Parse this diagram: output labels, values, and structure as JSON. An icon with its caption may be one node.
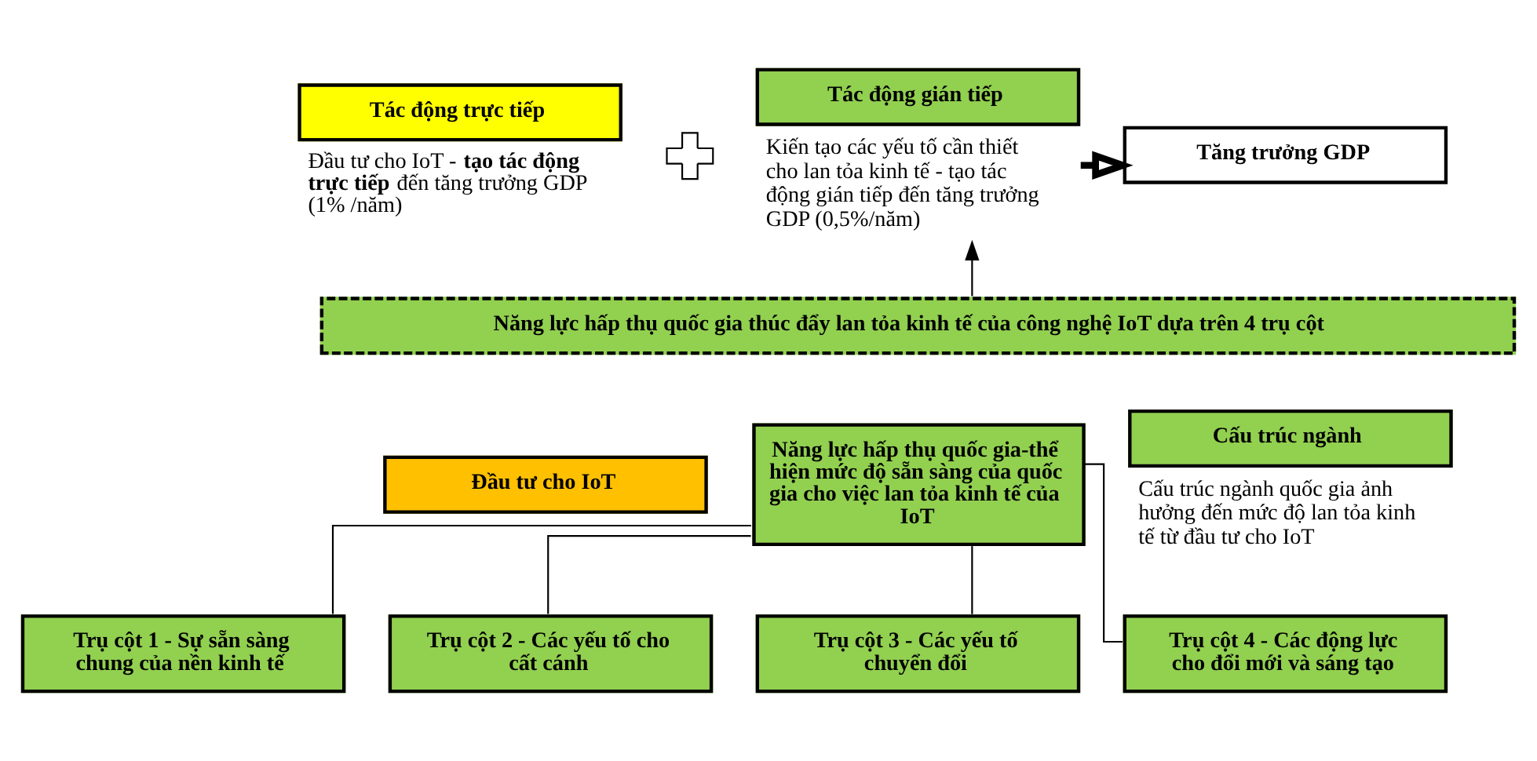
{
  "diagram": {
    "nodes": [
      {
        "text": [
          "Tác động trực tiếp"
        ],
        "beside": [
          "Đầu tư cho IoT - **tạo tác động trực tiếp** đến tăng trưởng GDP (1% /năm)"
        ]
      },
      {
        "text": [],
        "shape": "cross"
      },
      {
        "text": [
          "Tác động gián tiếp"
        ],
        "beside": [
          "Kiến tạo các yếu tố cần thiết cho lan tỏa kinh tế - tạo tác động gián tiếp đến tăng trưởng GDP (0,5%/năm)"
        ]
      },
      {
        "text": [
          "Tăng trưởng GDP"
        ]
      },
      {
        "text": [
          "Năng lực hấp thụ quốc gia thúc đẩy lan tỏa kinh tế của công nghệ IoT dựa trên 4 trụ cột"
        ]
      },
      {
        "text": [
          "Đầu tư cho IoT"
        ]
      },
      {
        "text": [
          "Năng lực hấp thụ quốc gia-thể hiện mức độ sẵn sàng của quốc gia cho việc lan tỏa kinh tế của IoT"
        ]
      },
      {
        "text": [
          "Cấu trúc ngành"
        ],
        "beside": [
          "Cấu trúc ngành quốc gia ảnh hưởng đến mức độ lan tỏa kinh tế từ đầu tư cho IoT"
        ]
      },
      {
        "text": [
          "Trụ cột 1 - Sự sẵn sàng chung của nền kinh tế"
        ]
      },
      {
        "text": [
          "Trụ cột 2 - Các yếu tố cho cất cánh"
        ]
      },
      {
        "text": [
          "Trụ cột 3 - Các yếu tố chuyển đổi"
        ]
      },
      {
        "text": [
          "Trụ cột 4 - Các động lực cho đổi mới và sáng tạo"
        ]
      }
    ],
    "edges": [
      {
        "from": 2,
        "to": 3,
        "arrow": "to",
        "style": "thick"
      },
      {
        "from": 4,
        "to": 2,
        "arrow": "to"
      },
      {
        "from": 6,
        "to": 8,
        "arrow": "none"
      },
      {
        "from": 6,
        "to": 9,
        "arrow": "none"
      },
      {
        "from": 6,
        "to": 10,
        "arrow": "none"
      },
      {
        "from": 6,
        "to": 11,
        "arrow": "none"
      }
    ]
  }
}
